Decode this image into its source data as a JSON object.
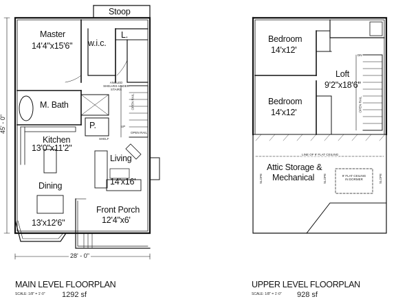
{
  "main_level": {
    "title": "MAIN LEVEL FLOORPLAN",
    "scale": "SCALE: 1/8\" = 1'-0\"",
    "area": "1292 sf",
    "width_dim": "28' - 0\"",
    "depth_dim": "45' - 0\"",
    "rooms": {
      "stoop": "Stoop",
      "master_name": "Master",
      "master_size": "14'4\"x15'6\"",
      "wic": "w.i.c.",
      "laundry": "L.",
      "mbath": "M. Bath",
      "pantry": "P.",
      "kitchen_name": "Kitchen",
      "kitchen_size": "13'0\"x11'2\"",
      "living_name": "Living",
      "living_size": "14'x16'",
      "dining_name": "Dining",
      "dining_size": "13'x12'6\"",
      "porch_name": "Front Porch",
      "porch_size": "12'4\"x6'"
    },
    "notes": {
      "shelves": "ANGLED SHELVES UNDER STAIRS",
      "open_rail_1": "OPEN RAIL",
      "open_rail_2": "OPEN RAIL",
      "up": "UP",
      "shelf": "SHELF"
    }
  },
  "upper_level": {
    "title": "UPPER LEVEL FLOORPLAN",
    "scale": "SCALE: 1/8\" = 1'-0\"",
    "area": "928 sf",
    "rooms": {
      "bed1_name": "Bedroom",
      "bed1_size": "14'x12'",
      "bed2_name": "Bedroom",
      "bed2_size": "14'x12'",
      "loft_name": "Loft",
      "loft_size": "9'2\"x18'6\"",
      "attic_1": "Attic Storage &",
      "attic_2": "Mechanical"
    },
    "notes": {
      "flat_ceiling": "LINE OF 9' FLAT CEILING",
      "ceiling_box": "9' FLAT CEILING IN DORMER",
      "open_rail": "OPEN RAIL",
      "slope_1": "SLOPE",
      "slope_2": "SLOPE",
      "slope_3": "SLOPE",
      "dn": "DN"
    }
  }
}
